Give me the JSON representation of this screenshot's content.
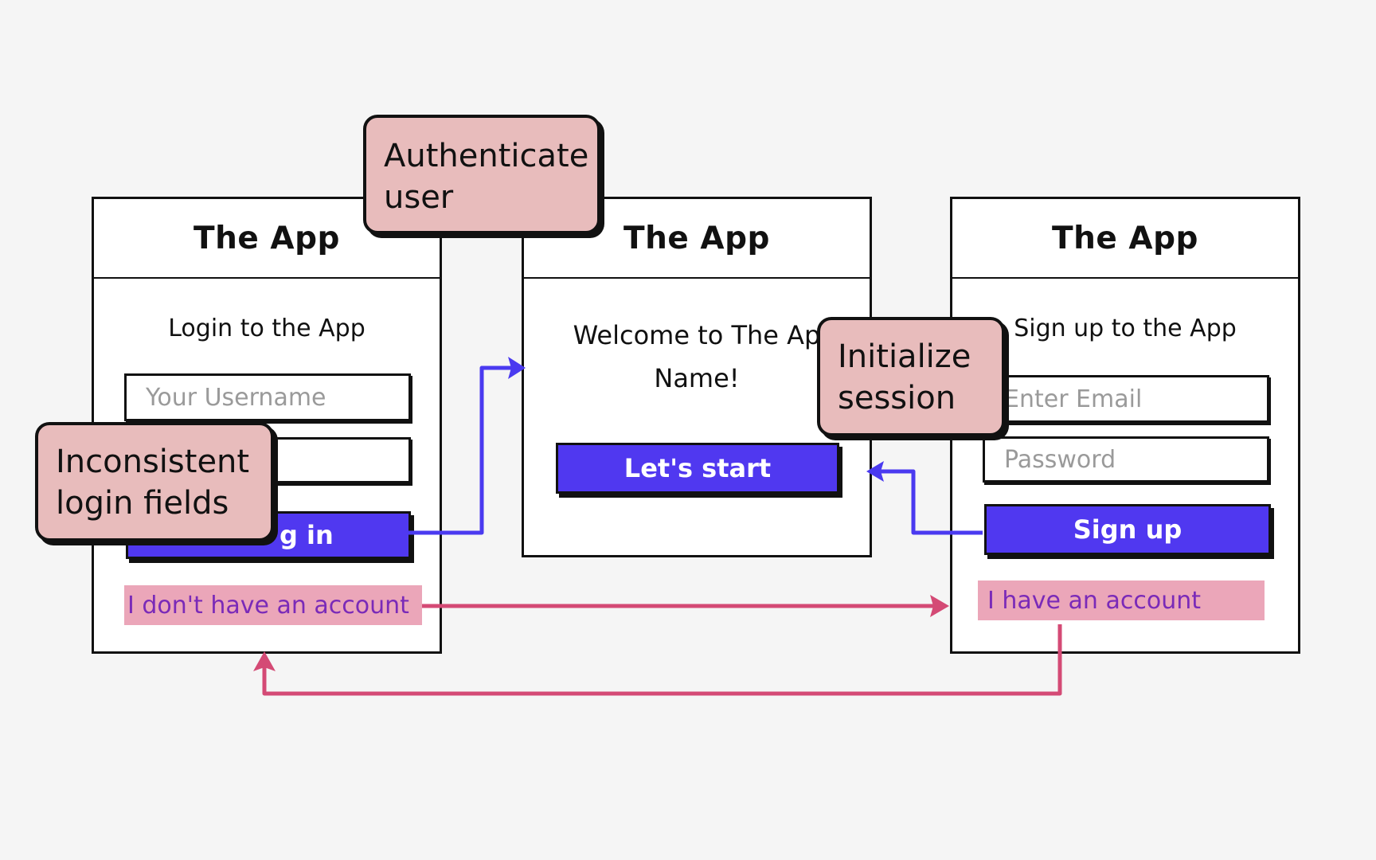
{
  "colors": {
    "background": "#f5f5f5",
    "primary": "#5038f0",
    "link_fill": "#eba6b9",
    "link_text": "#7a2ab8",
    "callout_fill": "#e8bcbc",
    "flow_arrow": "#4a3af0",
    "nav_arrow": "#d44a75"
  },
  "login_screen": {
    "title": "The App",
    "heading": "Login to the App",
    "username_placeholder": "Your Username",
    "password_placeholder": "",
    "button_label": "Log in",
    "visible_button_fragment": "g in",
    "link_label": "I don't have an account"
  },
  "welcome_screen": {
    "title": "The App",
    "heading_line1": "Welcome to The Ap",
    "heading_line2": "Name!",
    "button_label": "Let's start"
  },
  "signup_screen": {
    "title": "The App",
    "heading": "Sign up to the App",
    "email_placeholder": "Enter Email",
    "password_placeholder": "Password",
    "button_label": "Sign up",
    "link_label": "I have an account"
  },
  "callouts": {
    "authenticate": [
      "Authenticate",
      "user"
    ],
    "initialize": [
      "Initialize",
      "session"
    ],
    "inconsistent": [
      "Inconsistent",
      "login fields"
    ]
  }
}
